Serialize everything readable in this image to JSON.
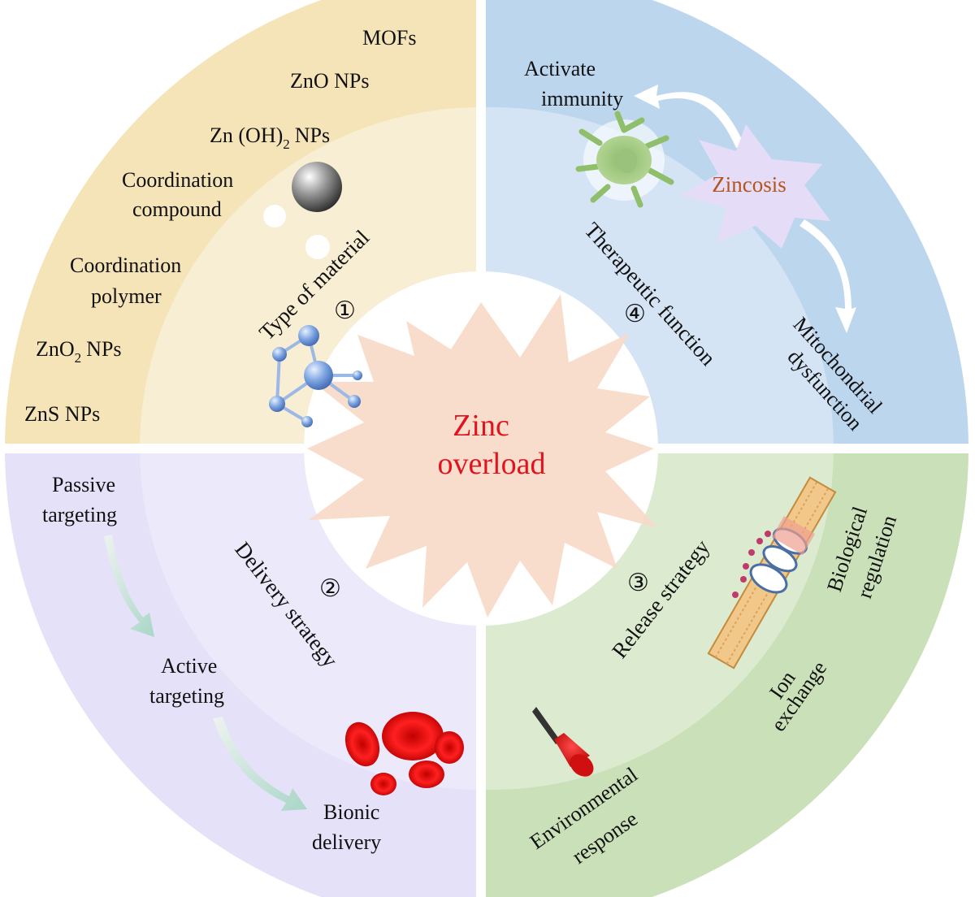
{
  "colors": {
    "q1_outer": "#f5e4b8",
    "q1_inner": "#f8eed3",
    "q2_outer": "#e5e1f8",
    "q2_inner": "#ece9fb",
    "q3_outer": "#c9e0b8",
    "q3_inner": "#dcebd0",
    "q4_outer": "#bcd6ee",
    "q4_inner": "#d4e4f4",
    "burst": "#f8d9c7",
    "center_text": "#e0141e",
    "zincosis": "#b5541e"
  },
  "center": {
    "line1": "Zinc",
    "line2": "overload"
  },
  "q1": {
    "number": "①",
    "title": "Type of material",
    "items": [
      "MOFs",
      "ZnO NPs",
      "Zn (OH)",
      "2",
      "NPs",
      "Coordination",
      "compound",
      "Coordination",
      "polymer",
      "ZnO",
      "2",
      "NPs",
      "ZnS NPs"
    ]
  },
  "q2": {
    "number": "②",
    "title": "Delivery strategy",
    "passive": [
      "Passive",
      "targeting"
    ],
    "active": [
      "Active",
      "targeting"
    ],
    "bionic": [
      "Bionic",
      "delivery"
    ]
  },
  "q3": {
    "number": "③",
    "title": "Release strategy",
    "bio": [
      "Biological",
      "regulation"
    ],
    "ion": [
      "Ion",
      "exchange"
    ],
    "env": [
      "Environmental",
      "response"
    ]
  },
  "q4": {
    "number": "④",
    "title": "Therapeutic function",
    "activate": [
      "Activate",
      "immunity"
    ],
    "zincosis": "Zincosis",
    "mito": [
      "Mitochondrial",
      "dysfunction"
    ]
  }
}
